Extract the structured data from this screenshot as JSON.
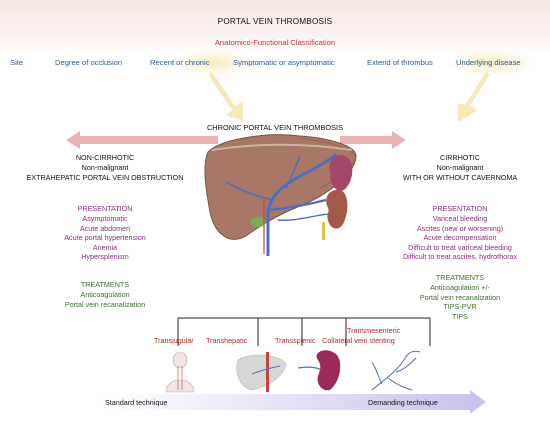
{
  "header": {
    "title": "PORTAL VEIN THROMBOSIS",
    "subtitle": "Anatomico-Functional Classification"
  },
  "categories": [
    "Site",
    "Degree of occlusion",
    "Recent or chronic",
    "Symptomatic or asymptomatic",
    "Extend of thrombus",
    "Underlying disease"
  ],
  "chronic_title": "CHRONIC PORTAL VEIN THROMBOSIS",
  "left": {
    "heading": [
      "NON-CIRRHOTIC",
      "Non-malignant",
      "EXTRAHEPATIC PORTAL VEIN OBSTRUCTION"
    ],
    "presentation_label": "PRESENTATION",
    "presentation": [
      "Asymptomatic",
      "Acute abdomen",
      "Acute portal hypertension",
      "Anemia",
      "Hypersplenism"
    ],
    "treatments_label": "TREATMENTS",
    "treatments": [
      "Anticoagulation",
      "Portal vein recanalization"
    ]
  },
  "right": {
    "heading": [
      "CIRRHOTIC",
      "Non-malignant",
      "WITH OR WITHOUT CAVERNOMA"
    ],
    "presentation_label": "PRESENTATION",
    "presentation": [
      "Variceal bleeding",
      "Ascites (new or worsening)",
      "Acute decompensation",
      "Difficult to treat variceal bleeding",
      "Difficult to treat ascites, hydrothorax"
    ],
    "treatments_label": "TREATMENTS",
    "treatments": [
      "Anticoagulation +/-",
      "Portal vein recanalization",
      "TIPS-PVR",
      "TIPS"
    ]
  },
  "techniques": [
    "Transjugular",
    "Transhepatic",
    "Transsplenic",
    "Transmesenteric",
    "Collateral vein stenting"
  ],
  "scale": {
    "start": "Standard technique",
    "end": "Demanding technique"
  },
  "colors": {
    "category_text": "#2b5a9b",
    "subtitle": "#c0392b",
    "presentation": "#8b2f7f",
    "treatments": "#3d6e2a",
    "techniques": "#b02a2a",
    "arrow_pink": "#eab2b2",
    "arrow_yellow": "#f3eab8",
    "scale_arrow": "#cfc8ee"
  }
}
